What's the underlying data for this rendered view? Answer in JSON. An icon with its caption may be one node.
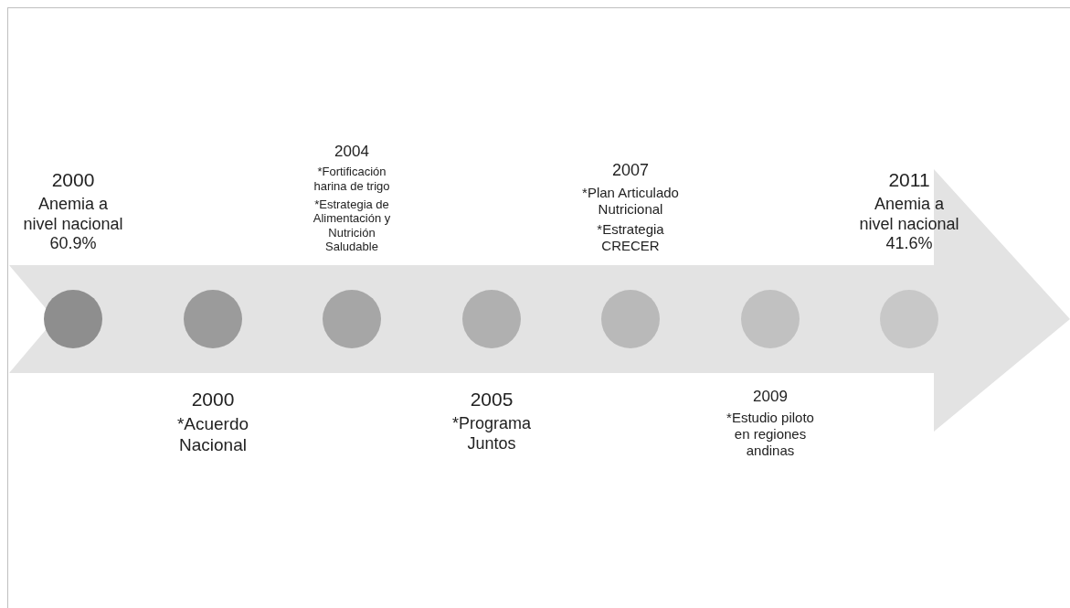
{
  "diagram": {
    "nodes": [
      {
        "text": [],
        "shape": "circle",
        "beside": [
          "2000",
          "Anemia a nivel nacional 60.9%"
        ]
      },
      {
        "text": [],
        "shape": "circle",
        "beside": [
          "2000",
          "*Acuerdo Nacional"
        ]
      },
      {
        "text": [],
        "shape": "circle",
        "beside": [
          "2004",
          "*Fortificación harina de trigo",
          "*Estrategia de Alimentación y Nutrición Saludable"
        ]
      },
      {
        "text": [],
        "shape": "circle",
        "beside": [
          "2005",
          "*Programa Juntos"
        ]
      },
      {
        "text": [],
        "shape": "circle",
        "beside": [
          "2007",
          "*Plan Articulado Nutricional",
          "*Estrategia CRECER"
        ]
      },
      {
        "text": [],
        "shape": "circle",
        "beside": [
          "2009",
          "*Estudio piloto en regiones andinas"
        ]
      },
      {
        "text": [],
        "shape": "circle",
        "beside": [
          "2011",
          "Anemia a nivel nacional 41.6%"
        ]
      }
    ]
  }
}
